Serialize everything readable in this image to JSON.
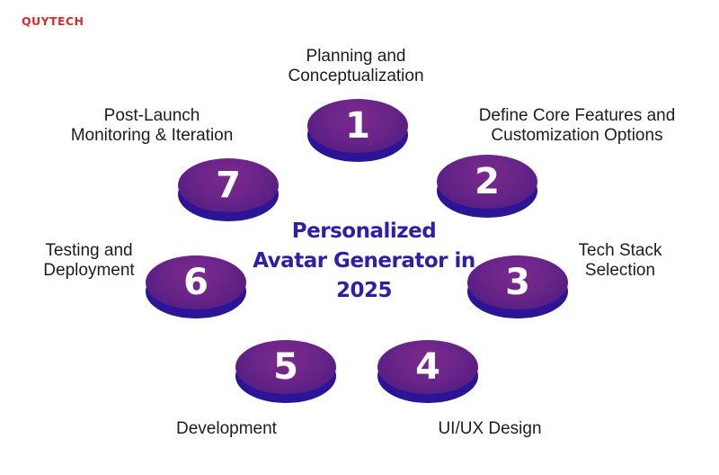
{
  "brand": {
    "logo_text": "QUYTECH"
  },
  "title": {
    "line1": "Personalized",
    "line2": "Avatar Generator in",
    "line3": "2025"
  },
  "colors": {
    "title": "#2d1fa8",
    "disc_top": "#6a2488",
    "disc_base": "#2b1596",
    "logo": "#d92d2d"
  },
  "steps": [
    {
      "number": "1",
      "label_lines": [
        "Planning and",
        "Conceptualization"
      ]
    },
    {
      "number": "2",
      "label_lines": [
        "Define Core Features and",
        "Customization Options"
      ]
    },
    {
      "number": "3",
      "label_lines": [
        "Tech Stack",
        "Selection"
      ]
    },
    {
      "number": "4",
      "label_lines": [
        "UI/UX Design"
      ]
    },
    {
      "number": "5",
      "label_lines": [
        "Development"
      ]
    },
    {
      "number": "6",
      "label_lines": [
        "Testing and",
        "Deployment"
      ]
    },
    {
      "number": "7",
      "label_lines": [
        "Post-Launch",
        "Monitoring & Iteration"
      ]
    }
  ]
}
